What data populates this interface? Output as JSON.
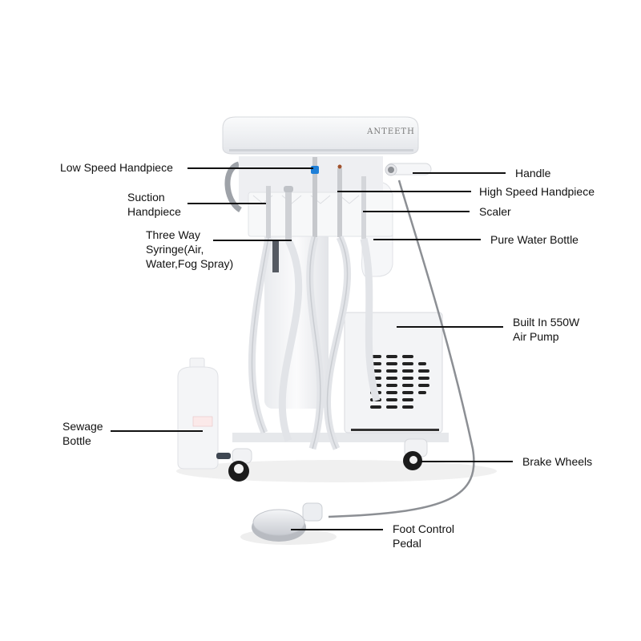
{
  "brand": "Anteeth",
  "product": "Portable dental unit with built-in air pump",
  "labels": {
    "low_speed_handpiece": "Low Speed Handpiece",
    "suction_handpiece": "Suction\nHandpiece",
    "three_way_syringe": "Three Way\nSyringe(Air,\nWater,Fog Spray)",
    "handle": "Handle",
    "high_speed_handpiece": "High Speed Handpiece",
    "scaler": "Scaler",
    "pure_water_bottle": "Pure Water Bottle",
    "air_pump": "Built In 550W\nAir Pump",
    "sewage_bottle": "Sewage\nBottle",
    "brake_wheels": "Brake Wheels",
    "foot_pedal": "Foot Control\nPedal"
  },
  "colors": {
    "background": "#ffffff",
    "leader_line": "#111111",
    "body": "#f1f2f4",
    "body_shadow": "#d9dbe0",
    "accent_blue": "#1e7fd8",
    "hose": "#e4e6ea",
    "cable": "#8c8f94"
  }
}
